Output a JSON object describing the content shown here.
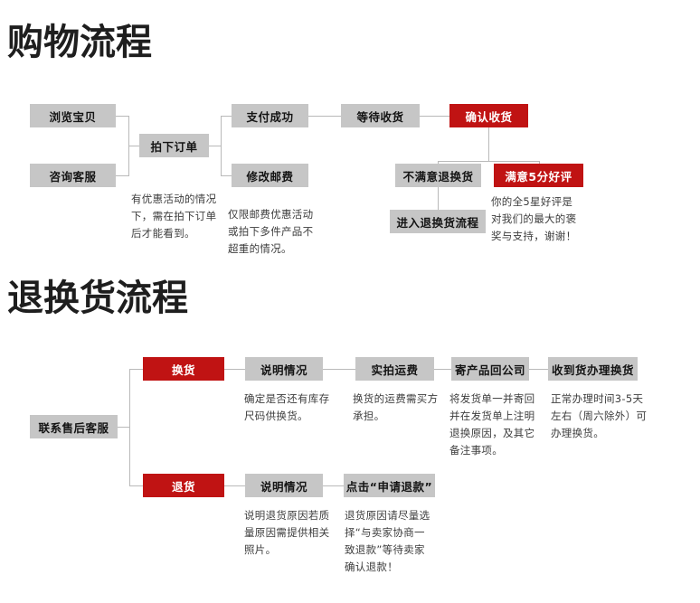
{
  "page": {
    "background": "#ffffff",
    "box_gray": "#c6c6c6",
    "box_red": "#c01313",
    "line_color": "#b9b9b9",
    "text_dark": "#141414",
    "text_note": "#3d3d3d"
  },
  "sections": [
    {
      "id": "shopping",
      "title": "购物流程",
      "nodes": [
        {
          "key": "browse",
          "label": "浏览宝贝",
          "style": "gray"
        },
        {
          "key": "consult",
          "label": "咨询客服",
          "style": "gray"
        },
        {
          "key": "place_order",
          "label": "拍下订单",
          "style": "gray"
        },
        {
          "key": "pay_success",
          "label": "支付成功",
          "style": "gray"
        },
        {
          "key": "modify_ship",
          "label": "修改邮费",
          "style": "gray"
        },
        {
          "key": "await_receipt",
          "label": "等待收货",
          "style": "gray"
        },
        {
          "key": "confirm",
          "label": "确认收货",
          "style": "red"
        },
        {
          "key": "unsatisfied",
          "label": "不满意退换货",
          "style": "gray"
        },
        {
          "key": "enter_return",
          "label": "进入退换货流程",
          "style": "gray"
        },
        {
          "key": "five_star",
          "label": "满意5分好评",
          "style": "red"
        }
      ],
      "notes": [
        {
          "key": "note_order",
          "lines": [
            "有优惠活动的情况",
            "下，需在拍下订单",
            "后才能看到。"
          ]
        },
        {
          "key": "note_ship",
          "lines": [
            "仅限邮费优惠活动",
            "或拍下多件产品不",
            "超重的情况。"
          ]
        },
        {
          "key": "note_praise",
          "lines": [
            "你的全5星好评是",
            "对我们的最大的褒",
            "奖与支持，谢谢！"
          ]
        }
      ]
    },
    {
      "id": "returns",
      "title": "退换货流程",
      "nodes": [
        {
          "key": "contact",
          "label": "联系售后客服",
          "style": "gray"
        },
        {
          "key": "exchange",
          "label": "换货",
          "style": "red"
        },
        {
          "key": "explain_ex",
          "label": "说明情况",
          "style": "gray"
        },
        {
          "key": "real_freight",
          "label": "实拍运费",
          "style": "gray"
        },
        {
          "key": "send_back",
          "label": "寄产品回公司",
          "style": "gray"
        },
        {
          "key": "receive_ex",
          "label": "收到货办理换货",
          "style": "gray"
        },
        {
          "key": "refund",
          "label": "退货",
          "style": "red"
        },
        {
          "key": "explain_rf",
          "label": "说明情况",
          "style": "gray"
        },
        {
          "key": "click_refund",
          "label": "点击“申请退款”",
          "style": "gray"
        }
      ],
      "notes": [
        {
          "key": "note_stock",
          "lines": [
            "确定是否还有库存",
            "尺码供换货。"
          ]
        },
        {
          "key": "note_freight",
          "lines": [
            "换货的运费需买方",
            "承担。"
          ]
        },
        {
          "key": "note_sendback",
          "lines": [
            "将发货单一并寄回",
            "并在发货单上注明",
            "退换原因，及其它",
            "备注事项。"
          ]
        },
        {
          "key": "note_time",
          "lines": [
            "正常办理时间3-5天",
            "左右（周六除外）可",
            "办理换货。"
          ]
        },
        {
          "key": "note_reason",
          "lines": [
            "说明退货原因若质",
            "量原因需提供相关",
            "照片。"
          ]
        },
        {
          "key": "note_choose",
          "lines": [
            "退货原因请尽量选",
            "择“与卖家协商一",
            "致退款”等待卖家",
            "确认退款！"
          ]
        }
      ]
    }
  ]
}
